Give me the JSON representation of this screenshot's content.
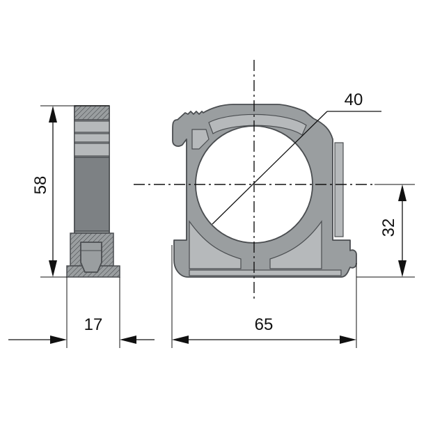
{
  "drawing": {
    "dimensions": {
      "diameter": "40",
      "height": "58",
      "axis_height": "32",
      "thickness": "17",
      "width": "65"
    }
  }
}
